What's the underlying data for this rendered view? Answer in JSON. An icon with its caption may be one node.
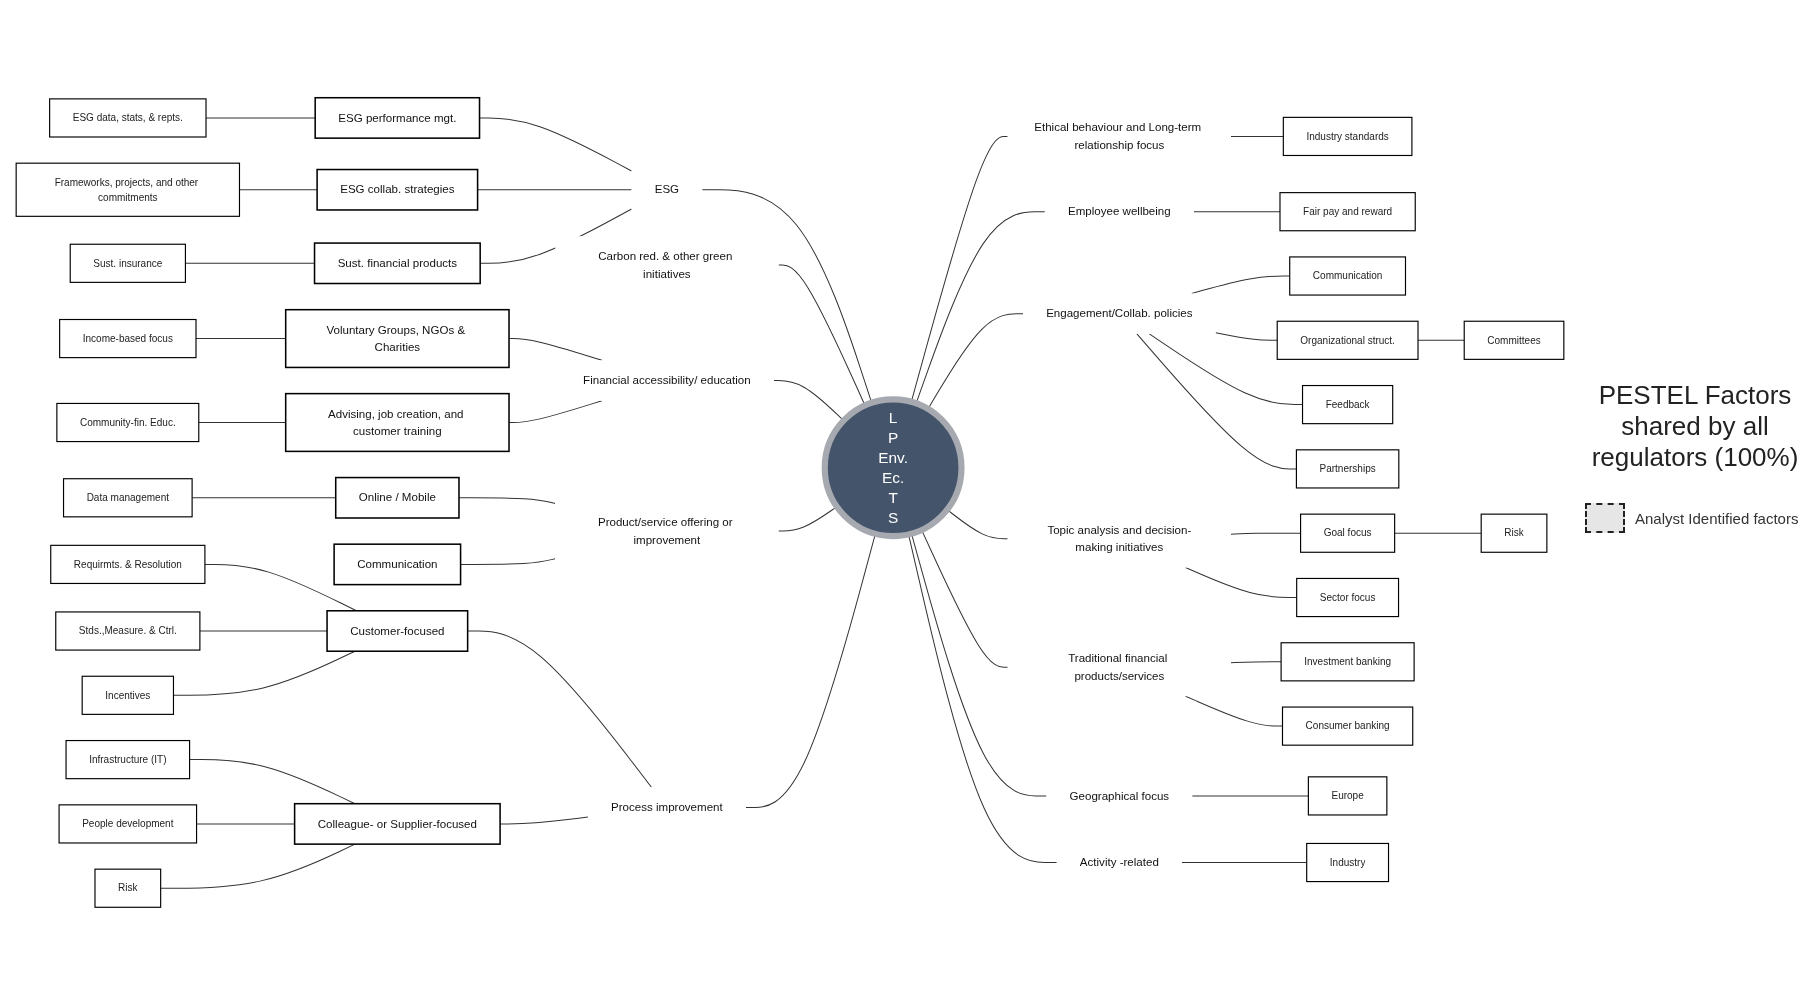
{
  "diagram": {
    "caption": "PESTEL Factors shared by all regulators (100%)",
    "nodes": [
      {
        "text": [
          "ESG data, stats, & repts."
        ]
      },
      {
        "text": [
          "ESG performance mgt."
        ]
      },
      {
        "text": [
          "Frameworks, projects, and other commitments"
        ]
      },
      {
        "text": [
          "ESG collab. strategies"
        ]
      },
      {
        "text": [
          "Sust. insurance"
        ]
      },
      {
        "text": [
          "Sust. financial products"
        ]
      },
      {
        "text": [
          "ESG"
        ]
      },
      {
        "text": [
          "Carbon red. & other green initiatives"
        ]
      },
      {
        "text": [
          "Income-based focus"
        ]
      },
      {
        "text": [
          "Voluntary Groups, NGOs & Charities"
        ]
      },
      {
        "text": [
          "Community-fin. Educ."
        ]
      },
      {
        "text": [
          "Advising, job creation, and customer training"
        ]
      },
      {
        "text": [
          "Financial accessibility/ education"
        ]
      },
      {
        "text": [
          "Ethical behaviour and Long-term relationship focus"
        ]
      },
      {
        "text": [
          "Industry standards"
        ]
      },
      {
        "text": [
          "Employee wellbeing"
        ]
      },
      {
        "text": [
          "Fair pay and reward"
        ]
      },
      {
        "text": [
          "Engagement/Collab. policies"
        ]
      },
      {
        "text": [
          "Communication"
        ]
      },
      {
        "text": [
          "Organizational  struct."
        ]
      },
      {
        "text": [
          "Committees"
        ]
      },
      {
        "text": [
          "Feedback"
        ]
      },
      {
        "text": [
          "Partnerships"
        ]
      },
      {
        "text": [
          "Topic analysis and decision-making initiatives"
        ]
      },
      {
        "text": [
          "Goal focus"
        ]
      },
      {
        "text": [
          "Risk"
        ]
      },
      {
        "text": [
          "Sector focus"
        ]
      },
      {
        "text": [
          "L",
          "P",
          "Env.",
          "Ec.",
          "T",
          "S"
        ]
      },
      {
        "text": [
          "Traditional financial products/services"
        ]
      },
      {
        "text": [
          "Investment banking"
        ]
      },
      {
        "text": [
          "Consumer banking"
        ]
      },
      {
        "text": [
          "Data management"
        ]
      },
      {
        "text": [
          "Online / Mobile"
        ]
      },
      {
        "text": [
          "Communication"
        ]
      },
      {
        "text": [
          "Product/service offering or improvement"
        ]
      },
      {
        "text": [
          "Geographical focus"
        ]
      },
      {
        "text": [
          "Europe"
        ]
      },
      {
        "text": [
          "Activity -related"
        ]
      },
      {
        "text": [
          "Industry"
        ]
      },
      {
        "text": [
          "Requirmts. & Resolution"
        ]
      },
      {
        "text": [
          "Customer-focused"
        ]
      },
      {
        "text": [
          "Stds.,Measure. & Ctrl."
        ]
      },
      {
        "text": [
          "Incentives"
        ]
      },
      {
        "text": [
          "Process improvement"
        ]
      },
      {
        "text": [
          "Infrastructure (IT)"
        ]
      },
      {
        "text": [
          "Colleague- or Supplier-focused"
        ]
      },
      {
        "text": [
          "People development"
        ]
      },
      {
        "text": [
          "Risk"
        ]
      }
    ],
    "edges": [
      {
        "from": 0,
        "to": 1,
        "arrow": "none"
      },
      {
        "from": 2,
        "to": 3,
        "arrow": "none"
      },
      {
        "from": 4,
        "to": 5,
        "arrow": "none"
      },
      {
        "from": 1,
        "to": 6,
        "arrow": "none"
      },
      {
        "from": 3,
        "to": 6,
        "arrow": "none"
      },
      {
        "from": 5,
        "to": 6,
        "arrow": "none"
      },
      {
        "from": 6,
        "to": 27,
        "arrow": "none"
      },
      {
        "from": 7,
        "to": 27,
        "arrow": "none"
      },
      {
        "from": 8,
        "to": 9,
        "arrow": "none"
      },
      {
        "from": 10,
        "to": 11,
        "arrow": "none"
      },
      {
        "from": 9,
        "to": 12,
        "arrow": "none"
      },
      {
        "from": 11,
        "to": 12,
        "arrow": "none"
      },
      {
        "from": 12,
        "to": 27,
        "arrow": "none"
      },
      {
        "from": 27,
        "to": 13,
        "arrow": "none"
      },
      {
        "from": 27,
        "to": 15,
        "arrow": "none"
      },
      {
        "from": 13,
        "to": 14,
        "arrow": "none"
      },
      {
        "from": 15,
        "to": 16,
        "arrow": "none"
      },
      {
        "from": 27,
        "to": 17,
        "arrow": "none"
      },
      {
        "from": 27,
        "to": 23,
        "arrow": "none"
      },
      {
        "from": 17,
        "to": 18,
        "arrow": "none"
      },
      {
        "from": 17,
        "to": 19,
        "arrow": "none"
      },
      {
        "from": 17,
        "to": 21,
        "arrow": "none"
      },
      {
        "from": 17,
        "to": 22,
        "arrow": "none"
      },
      {
        "from": 19,
        "to": 20,
        "arrow": "none"
      },
      {
        "from": 23,
        "to": 24,
        "arrow": "none"
      },
      {
        "from": 23,
        "to": 26,
        "arrow": "none"
      },
      {
        "from": 24,
        "to": 25,
        "arrow": "none"
      },
      {
        "from": 27,
        "to": 28,
        "arrow": "none"
      },
      {
        "from": 28,
        "to": 29,
        "arrow": "none"
      },
      {
        "from": 28,
        "to": 30,
        "arrow": "none"
      },
      {
        "from": 31,
        "to": 32,
        "arrow": "none"
      },
      {
        "from": 32,
        "to": 34,
        "arrow": "none"
      },
      {
        "from": 33,
        "to": 34,
        "arrow": "none"
      },
      {
        "from": 34,
        "to": 27,
        "arrow": "none"
      },
      {
        "from": 27,
        "to": 35,
        "arrow": "none"
      },
      {
        "from": 27,
        "to": 37,
        "arrow": "none"
      },
      {
        "from": 35,
        "to": 36,
        "arrow": "none"
      },
      {
        "from": 37,
        "to": 38,
        "arrow": "none"
      },
      {
        "from": 39,
        "to": 40,
        "arrow": "none"
      },
      {
        "from": 41,
        "to": 40,
        "arrow": "none"
      },
      {
        "from": 42,
        "to": 40,
        "arrow": "none"
      },
      {
        "from": 40,
        "to": 43,
        "arrow": "none"
      },
      {
        "from": 45,
        "to": 43,
        "arrow": "none"
      },
      {
        "from": 43,
        "to": 27,
        "arrow": "none"
      },
      {
        "from": 44,
        "to": 45,
        "arrow": "none"
      },
      {
        "from": 46,
        "to": 45,
        "arrow": "none"
      },
      {
        "from": 47,
        "to": 45,
        "arrow": "none"
      }
    ],
    "legend": [
      {
        "text": "Analyst Identified factors",
        "color": "#e7e6e6"
      }
    ]
  }
}
